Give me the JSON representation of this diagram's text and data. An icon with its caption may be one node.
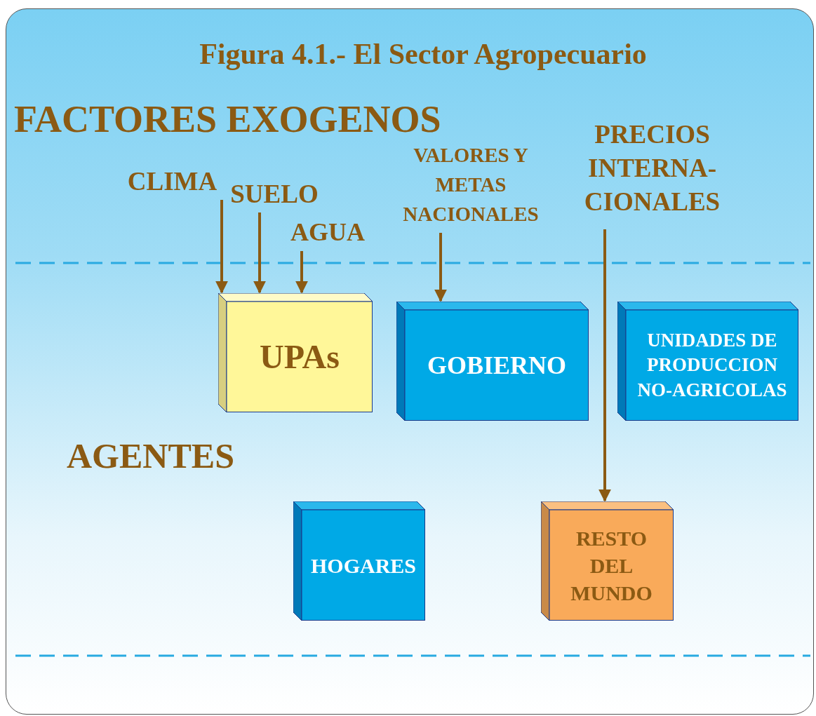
{
  "diagram": {
    "title": "Figura 4.1.- El Sector Agropecuario",
    "nodes": [
      {
        "text": [
          "CLIMA"
        ]
      },
      {
        "text": [
          "SUELO"
        ]
      },
      {
        "text": [
          "AGUA"
        ]
      },
      {
        "text": [
          "VALORES Y METAS NACIONALES"
        ]
      },
      {
        "text": [
          "PRECIOS INTERNA- CIONALES"
        ]
      },
      {
        "text": [
          "UPAs"
        ]
      },
      {
        "text": [
          "GOBIERNO"
        ]
      },
      {
        "text": [
          "UNIDADES DE PRODUCCION NO-AGRICOLAS"
        ]
      },
      {
        "text": [
          "HOGARES"
        ]
      },
      {
        "text": [
          "RESTO DEL MUNDO"
        ]
      }
    ],
    "edges": [
      {
        "from": 0,
        "to": 5,
        "arrow": "to"
      },
      {
        "from": 1,
        "to": 5,
        "arrow": "to"
      },
      {
        "from": 2,
        "to": 5,
        "arrow": "to"
      },
      {
        "from": 3,
        "to": 6,
        "arrow": "to"
      },
      {
        "from": 4,
        "to": 9,
        "arrow": "to"
      }
    ],
    "labels": [
      "FACTORES EXOGENOS",
      "AGENTES"
    ]
  }
}
